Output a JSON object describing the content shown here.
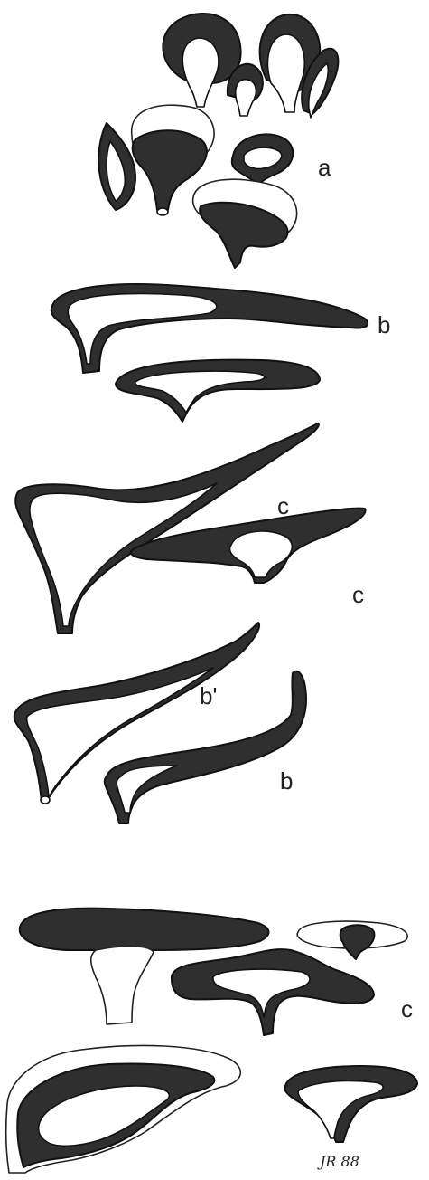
{
  "labels": {
    "a": "a",
    "b_1": "b",
    "c_1": "c",
    "c_2": "c",
    "b_prime": "b'",
    "b_2": "b",
    "c_3": "c"
  },
  "signature": "JR 88",
  "colors": {
    "ink": "#2f2f2f",
    "paper": "#ffffff"
  }
}
